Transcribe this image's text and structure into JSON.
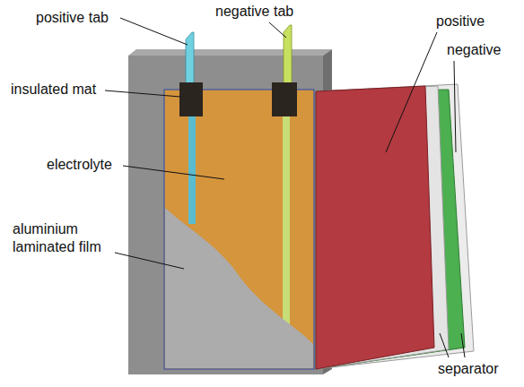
{
  "diagram": {
    "labels": [
      "positive tab",
      "negative tab",
      "positive",
      "negative",
      "insulated mat",
      "electrolyte",
      "aluminium laminated film",
      "separator"
    ]
  }
}
